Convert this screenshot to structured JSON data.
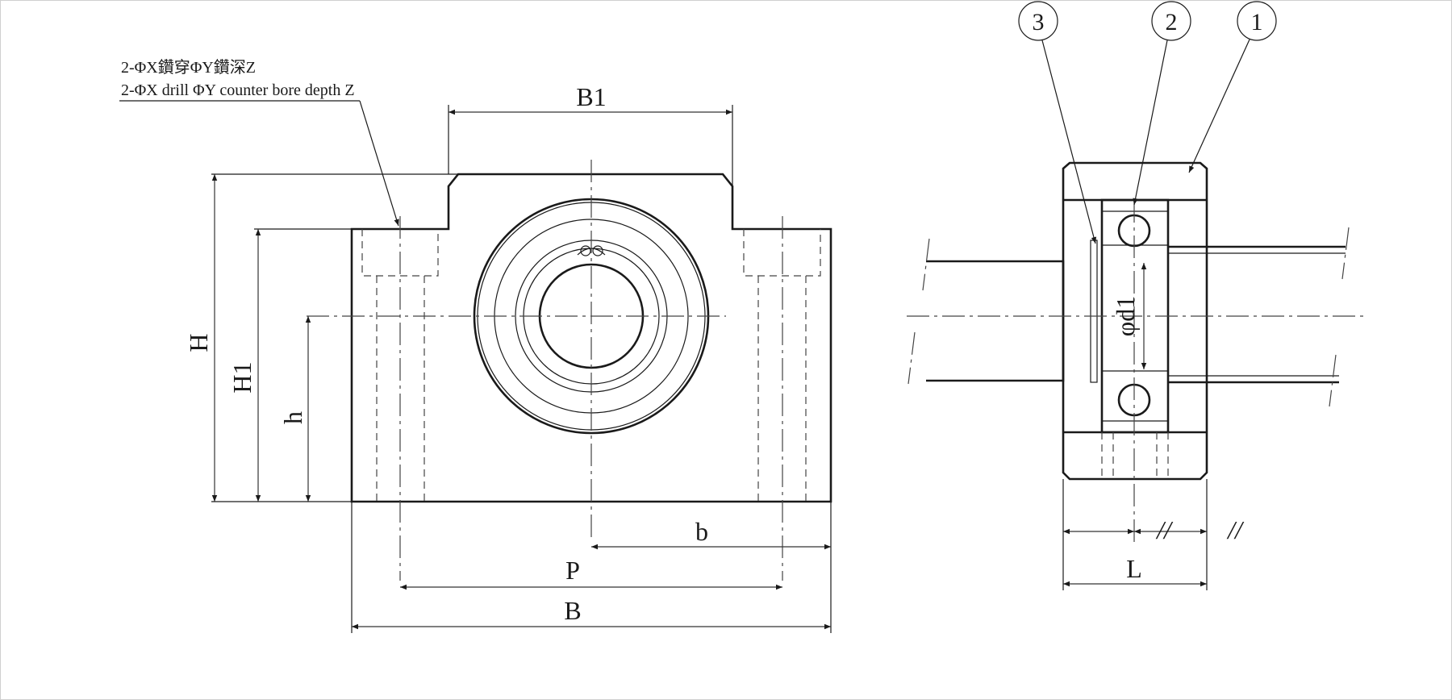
{
  "drawing": {
    "note_zh": "2-ΦX鑽穿ΦY鑽深Z",
    "note_en": "2-ΦX drill ΦY counter bore depth Z",
    "dimensions": {
      "B1": "B1",
      "H": "H",
      "H1": "H1",
      "h": "h",
      "b": "b",
      "P": "P",
      "B": "B",
      "d1": "φd1",
      "L": "L",
      "parallel_1": "//",
      "parallel_2": "//"
    },
    "balloons": [
      "3",
      "2",
      "1"
    ]
  }
}
